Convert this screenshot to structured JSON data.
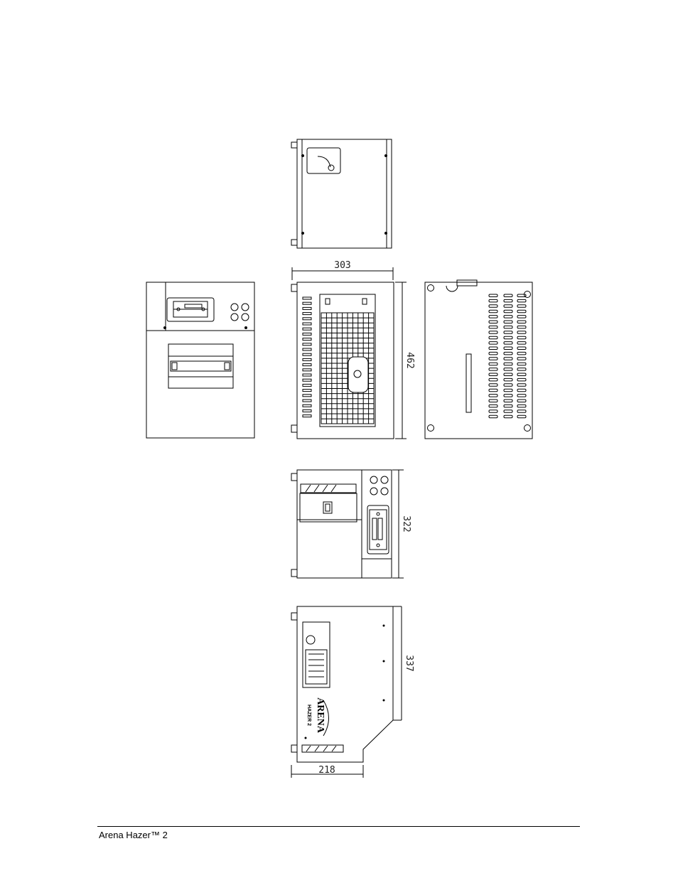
{
  "footer": {
    "title": "Arena Hazer™ 2"
  },
  "dimensions": {
    "width_top": "303",
    "height_front": "462",
    "height_side": "322",
    "height_rear": "337",
    "depth_rear": "218"
  },
  "logo": {
    "line1": "ARENA",
    "line2": "HAZER 2"
  }
}
